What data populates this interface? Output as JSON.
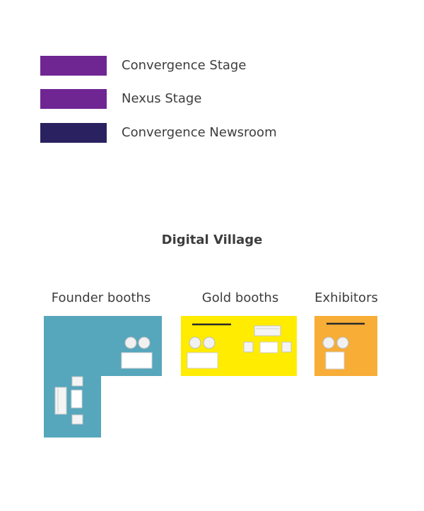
{
  "legend": {
    "items": [
      {
        "label": "Convergence Stage",
        "color": "#6f2592"
      },
      {
        "label": "Nexus Stage",
        "color": "#6f2592"
      },
      {
        "label": "Convergence Newsroom",
        "color": "#2a2160"
      }
    ]
  },
  "village": {
    "title": "Digital Village",
    "zones": [
      {
        "label": "Founder booths",
        "color": "#56a6bc"
      },
      {
        "label": "Gold booths",
        "color": "#ffec00"
      },
      {
        "label": "Exhibitors",
        "color": "#f7ad36"
      }
    ]
  }
}
